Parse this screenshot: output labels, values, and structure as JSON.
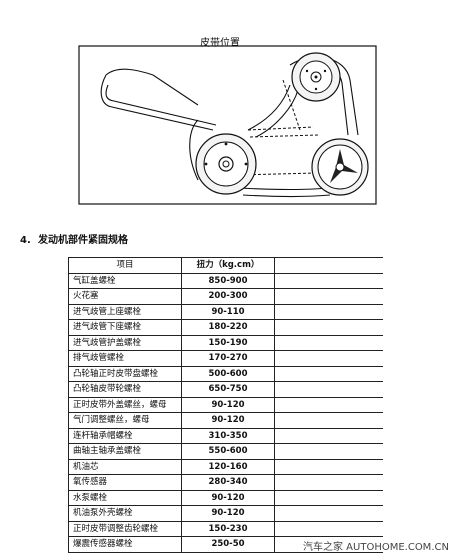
{
  "figure": {
    "title": "皮带位置"
  },
  "section": {
    "number": "4.",
    "title": "发动机部件紧固规格"
  },
  "table": {
    "headers": [
      "项目",
      "扭力（kg.cm）"
    ],
    "rows": [
      [
        "气缸盖螺栓",
        "850-900"
      ],
      [
        "火花塞",
        "200-300"
      ],
      [
        "进气歧管上座螺栓",
        "90-110"
      ],
      [
        "进气歧管下座螺栓",
        "180-220"
      ],
      [
        "进气歧管护盖螺栓",
        "150-190"
      ],
      [
        "排气歧管螺栓",
        "170-270"
      ],
      [
        "凸轮轴正时皮带盘螺栓",
        "500-600"
      ],
      [
        "凸轮轴皮带轮螺栓",
        "650-750"
      ],
      [
        "正时皮带外盖螺丝，螺母",
        "90-120"
      ],
      [
        "气门调整螺丝，螺母",
        "90-120"
      ],
      [
        "连杆轴承帽螺栓",
        "310-350"
      ],
      [
        "曲轴主轴承盖螺栓",
        "550-600"
      ],
      [
        "机油芯",
        "120-160"
      ],
      [
        "氧传感器",
        "280-340"
      ],
      [
        "水泵螺栓",
        "90-120"
      ],
      [
        "机油泵外壳螺栓",
        "90-120"
      ],
      [
        "正时皮带调整齿轮螺栓",
        "150-230"
      ],
      [
        "爆震传感器螺栓",
        "250-50"
      ]
    ]
  },
  "watermark": "汽车之家 AUTOHOME.COM.CN"
}
